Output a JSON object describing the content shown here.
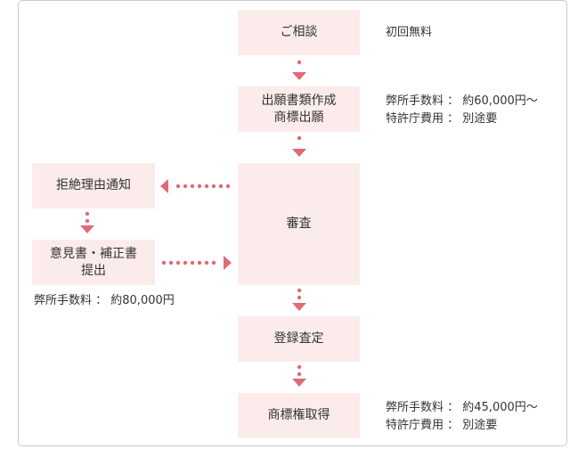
{
  "flow": {
    "consult": "ご相談",
    "application": [
      "出願書類作成",
      "商標出願"
    ],
    "examination": "審査",
    "rejection_notice": "拒絶理由通知",
    "opinion": [
      "意見書・補正書",
      "提出"
    ],
    "registration_decision": "登録査定",
    "trademark_acquired": "商標権取得"
  },
  "notes": {
    "consult": "初回無料",
    "application": [
      "弊所手数料 ： 約60,000円～",
      "特許庁費用 ： 別途要"
    ],
    "opinion": "弊所手数料 ： 約80,000円",
    "trademark": [
      "弊所手数料 ： 約45,000円～",
      "特許庁費用 ： 別途要"
    ]
  },
  "colors": {
    "box_fill": "#fbeceb",
    "arrow": "#e06a77",
    "border": "#c9c9c9"
  }
}
